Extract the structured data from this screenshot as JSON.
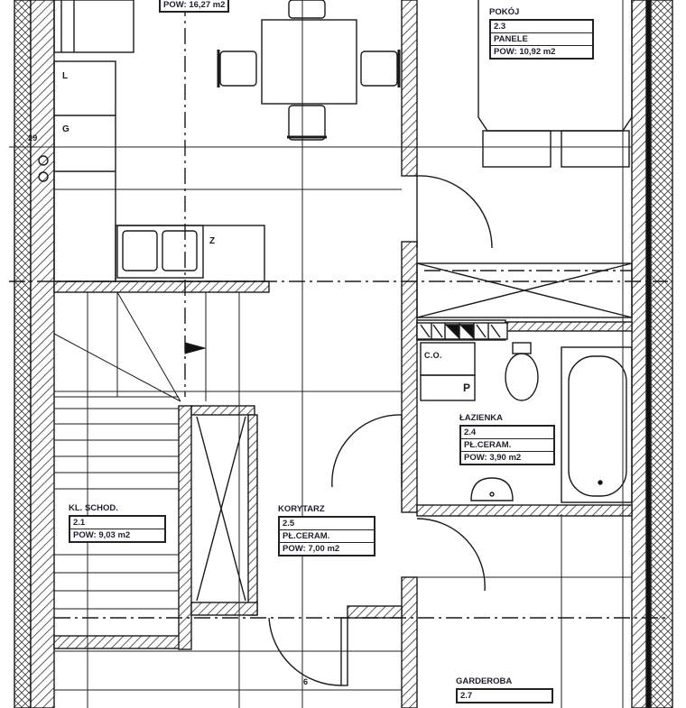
{
  "rooms": {
    "top_room": {
      "area": "POW: 16,27 m2"
    },
    "pokoj": {
      "name": "POKÓJ",
      "number": "2.3",
      "floor": "PANELE",
      "area": "POW: 10,92 m2"
    },
    "lazienka": {
      "name": "ŁAZIENKA",
      "number": "2.4",
      "floor": "PŁ.CERAM.",
      "area": "POW: 3,90 m2"
    },
    "kl_schod": {
      "name": "KL. SCHOD.",
      "number": "2.1",
      "area": "POW: 9,03 m2"
    },
    "korytarz": {
      "name": "KORYTARZ",
      "number": "2.5",
      "floor": "PŁ.CERAM.",
      "area": "POW: 7,00 m2"
    },
    "garderoba": {
      "name": "GARDEROBA",
      "number": "2.7"
    }
  },
  "markers": {
    "fridge": "L",
    "stove": "G",
    "sink": "Z",
    "co": "C.O.",
    "p": "P",
    "dim_29": "29",
    "dim_6": "6"
  },
  "colors": {
    "line": "#1a1a1a",
    "hatch": "#333333",
    "background": "#ffffff"
  }
}
